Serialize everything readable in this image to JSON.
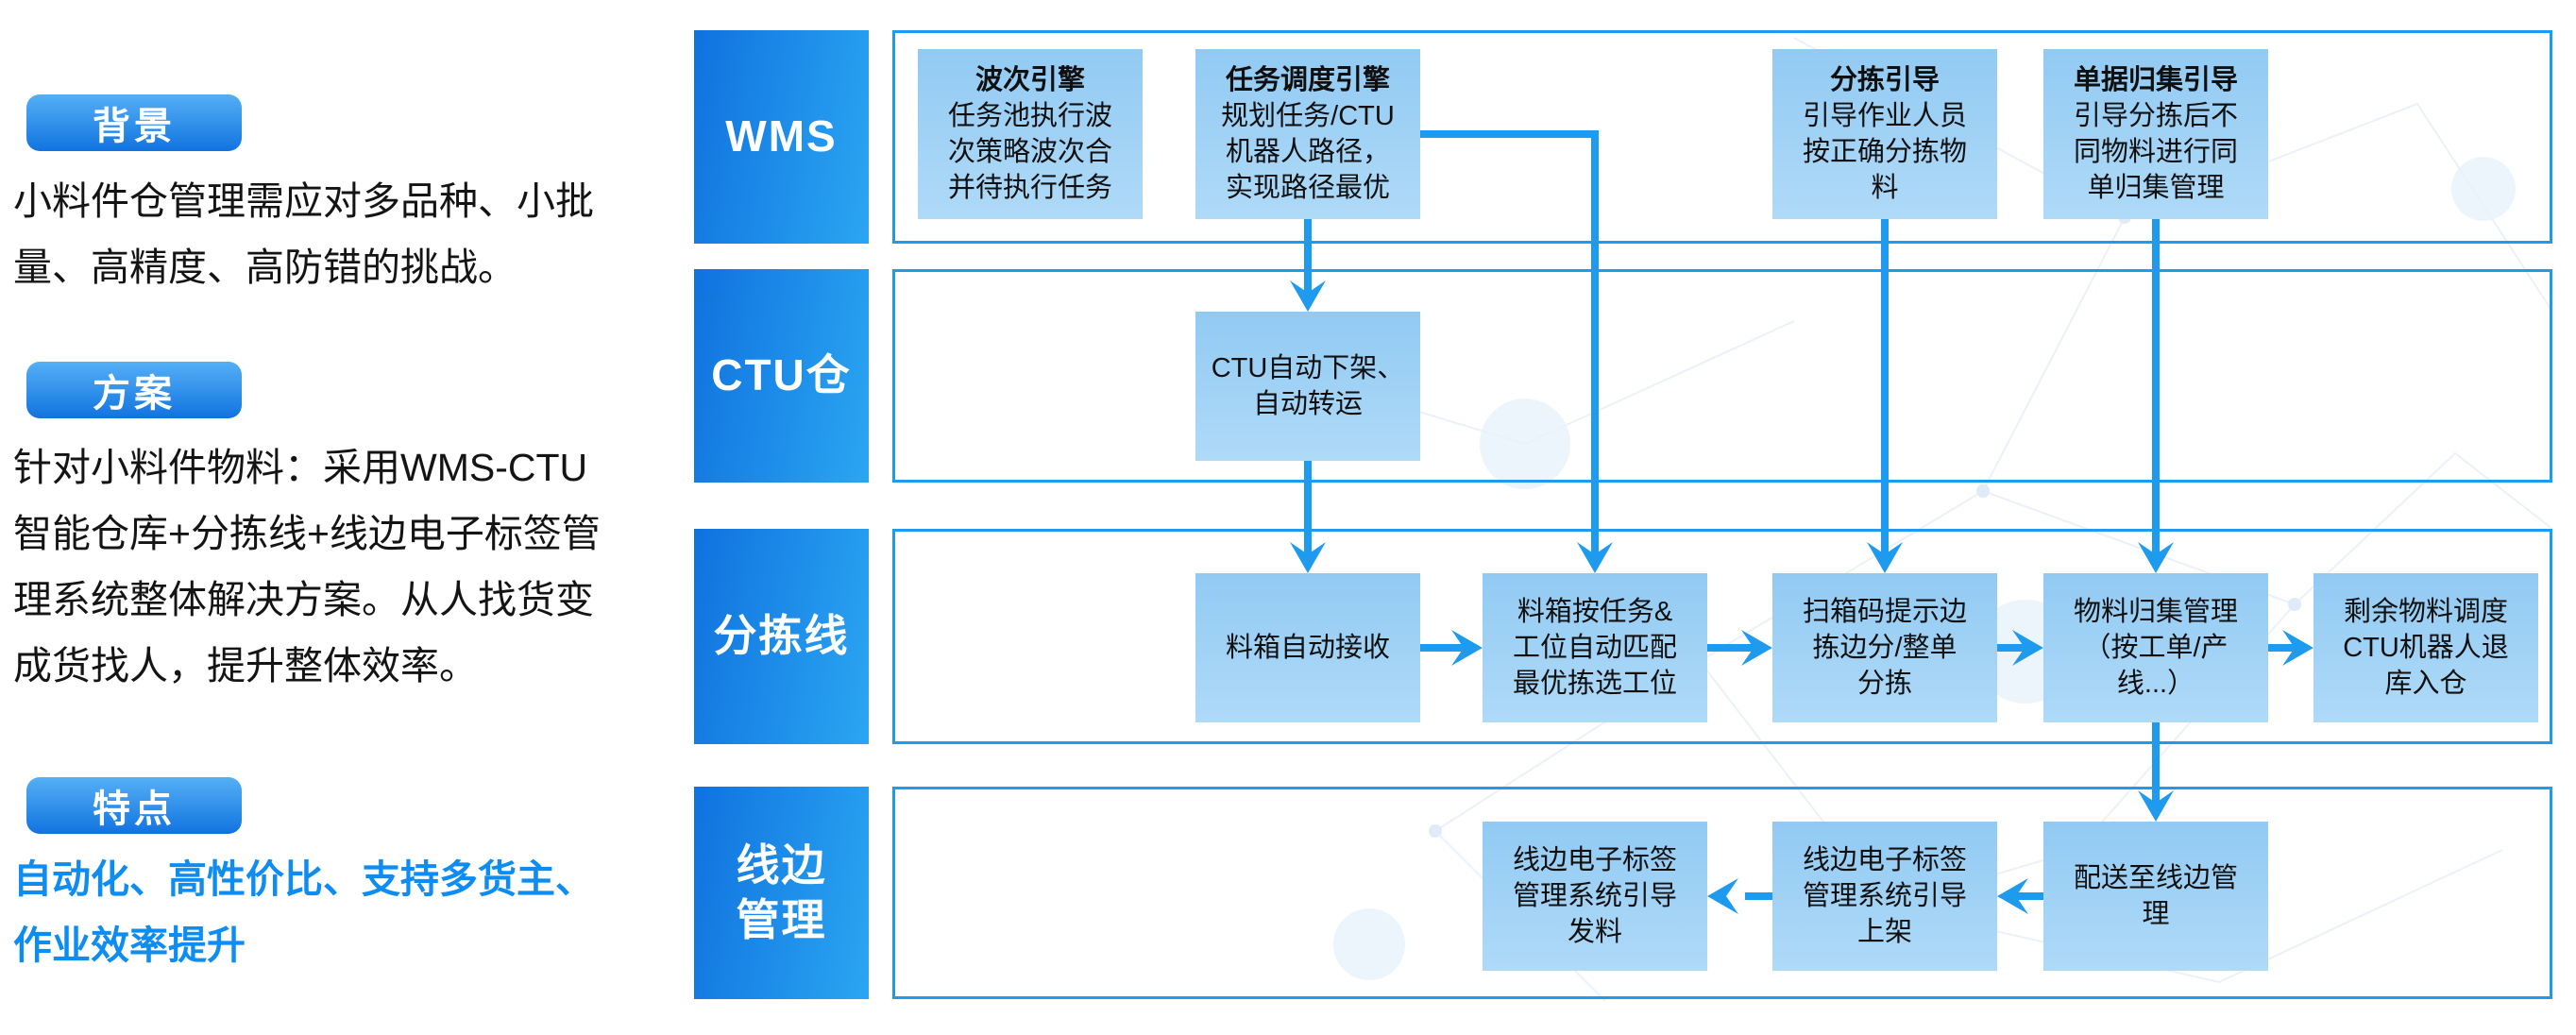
{
  "colors": {
    "accent_blue": "#1E9AEF",
    "row_label_gradient_start": "#0F72DF",
    "row_label_gradient_end": "#2BA6F2",
    "badge_gradient_start": "#55B0F6",
    "badge_gradient_end": "#1173E0",
    "flow_box_fill_top": "#92CAF3",
    "flow_box_fill_bottom": "#AFDAF8",
    "feature_text": "#0D8CF1",
    "body_text": "#141414"
  },
  "left_panel": {
    "sections": [
      {
        "badge": "背景",
        "text": "小料件仓管理需应对多品种、小批\n量、高精度、高防错的挑战。"
      },
      {
        "badge": "方案",
        "text": "针对小料件物料：采用WMS-CTU\n智能仓库+分拣线+线边电子标签管\n理系统整体解决方案。从人找货变\n成货找人，提升整体效率。"
      },
      {
        "badge": "特点",
        "text": "自动化、高性价比、支持多货主、\n作业效率提升"
      }
    ]
  },
  "flowchart": {
    "rows": [
      {
        "label": "WMS",
        "boxes": [
          {
            "title": "波次引擎",
            "body": "任务池执行波\n次策略波次合\n并待执行任务"
          },
          {
            "title": "任务调度引擎",
            "body": "规划任务/CTU\n机器人路径，\n实现路径最优"
          },
          {
            "title": "分拣引导",
            "body": "引导作业人员\n按正确分拣物\n料"
          },
          {
            "title": "单据归集引导",
            "body": "引导分拣后不\n同物料进行同\n单归集管理"
          }
        ]
      },
      {
        "label": "CTU仓",
        "boxes": [
          {
            "text": "CTU自动下架、\n自动转运"
          }
        ]
      },
      {
        "label": "分拣线",
        "boxes": [
          {
            "text": "料箱自动接收"
          },
          {
            "text": "料箱按任务&\n工位自动匹配\n最优拣选工位"
          },
          {
            "text": "扫箱码提示边\n拣边分/整单\n分拣"
          },
          {
            "text": "物料归集管理\n（按工单/产\n线...）"
          },
          {
            "text": "剩余物料调度\nCTU机器人退\n库入仓"
          }
        ]
      },
      {
        "label": "线边\n管理",
        "boxes": [
          {
            "text": "线边电子标签\n管理系统引导\n发料"
          },
          {
            "text": "线边电子标签\n管理系统引导\n上架"
          },
          {
            "text": "配送至线边管\n理"
          }
        ]
      }
    ]
  }
}
